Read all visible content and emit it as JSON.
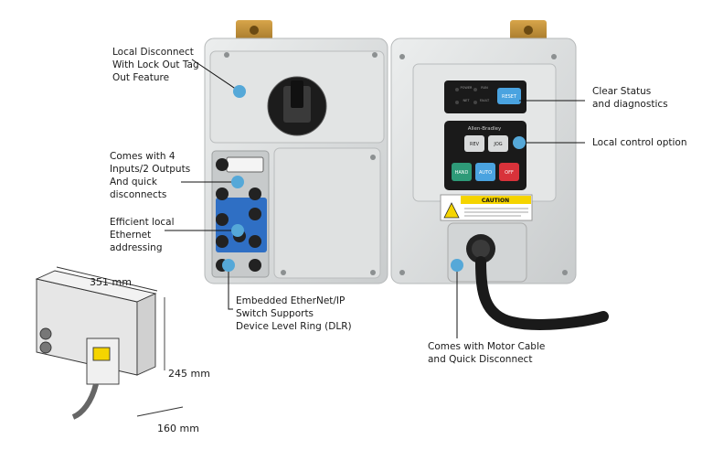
{
  "callouts": {
    "disconnect": "Local Disconnect\nWith Lock Out Tag\nOut Feature",
    "io": "Comes with 4\nInputs/2 Outputs\nAnd quick\ndisconnects",
    "ethernet": "Efficient local\nEthernet\naddressing",
    "switch": "Embedded EtherNet/IP\nSwitch Supports\nDevice Level Ring (DLR)",
    "clear": "Clear Status\nand diagnostics",
    "local": "Local control option",
    "motor": "Comes with Motor Cable\nand Quick Disconnect"
  },
  "dimensions": {
    "width": "351 mm",
    "height": "245 mm",
    "depth": "160 mm"
  },
  "device": {
    "brand": "Allen-Bradley",
    "caution": "CAUTION",
    "keys": {
      "reset": "RESET",
      "rev": "REV",
      "jog": "JOG",
      "hand": "HAND",
      "auto": "AUTO",
      "off": "OFF"
    },
    "leds": [
      "POWER",
      "RUN",
      "NET",
      "FAULT"
    ]
  },
  "colors": {
    "callout_dot": "#55a8d8",
    "enclosure": "#dadcdc",
    "io_panel": "#2f6fc4",
    "hand_key": "#2e9a78",
    "off_key": "#d8323a",
    "caution": "#f5d400"
  }
}
